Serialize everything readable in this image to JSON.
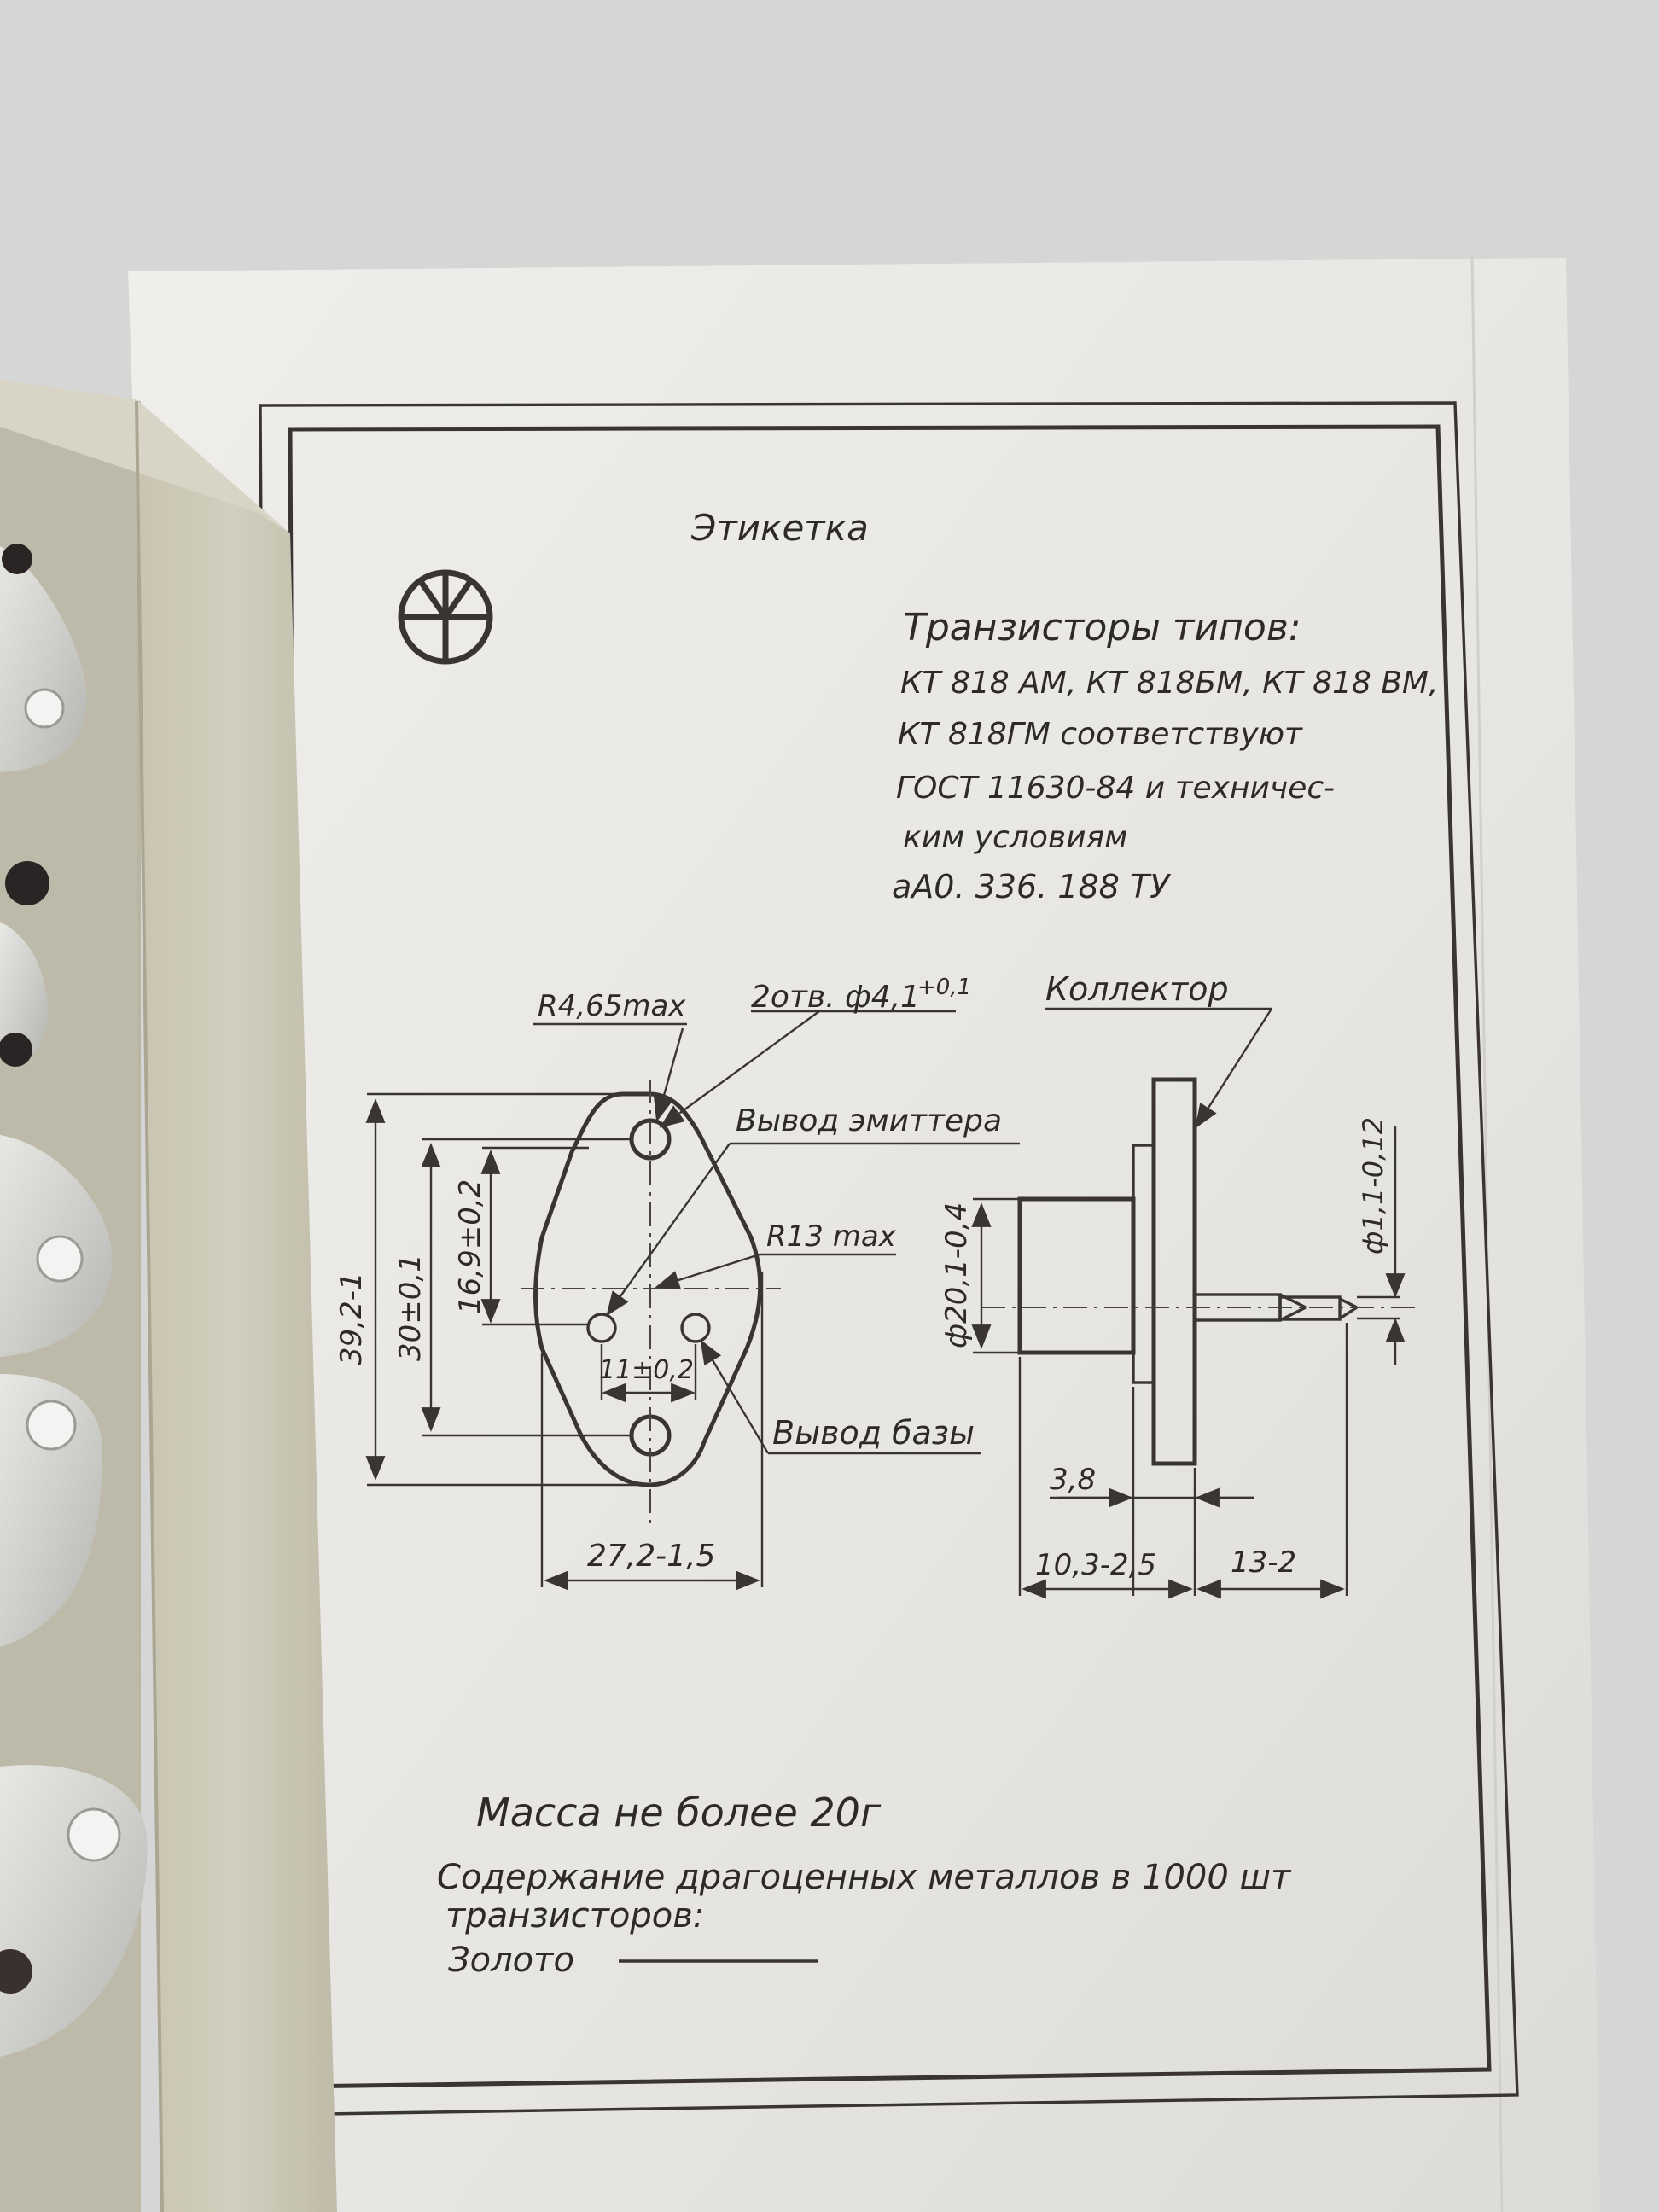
{
  "label": {
    "heading": "Этикетка",
    "type_lines": [
      "Транзисторы  типов:",
      "КТ 818 АМ, КТ 818БМ, КТ 818 ВМ,",
      "КТ 818ГМ  соответствуют",
      "ГОСТ 11630-84  и  техничес-",
      "ким  условиям",
      "аА0. 336. 188 ТУ"
    ],
    "mass": "Масса  не  более  20г",
    "metals_line1": "Содержание  драгоценных  металлов  в  1000 шт",
    "metals_line2": "транзисторов:",
    "gold": "Золото"
  },
  "drawing": {
    "callouts": {
      "radius_small": "R4,65max",
      "holes": "2отв. ф4,1",
      "holes_tol": "+0,1",
      "collector": "Коллектор",
      "emitter": "Вывод эмиттера",
      "radius_large": "R13 max",
      "base": "Вывод базы"
    },
    "dims": {
      "height_total": "39,2-1",
      "hole_pitch": "30±0,1",
      "body_height": "16,9±0,2",
      "pin_spacing": "11±0,2",
      "width": "27,2-1,5",
      "diameter": "ф20,1-0,4",
      "flange": "3,8",
      "depth": "10,3-2,5",
      "lead_length": "13-2",
      "lead_diameter": "ф1,1-0,12"
    }
  },
  "colors": {
    "paper": "#e9e8e4",
    "ink": "#3a3532",
    "cardboard": "#cbc7b6",
    "metal": "#d9d9d6"
  }
}
